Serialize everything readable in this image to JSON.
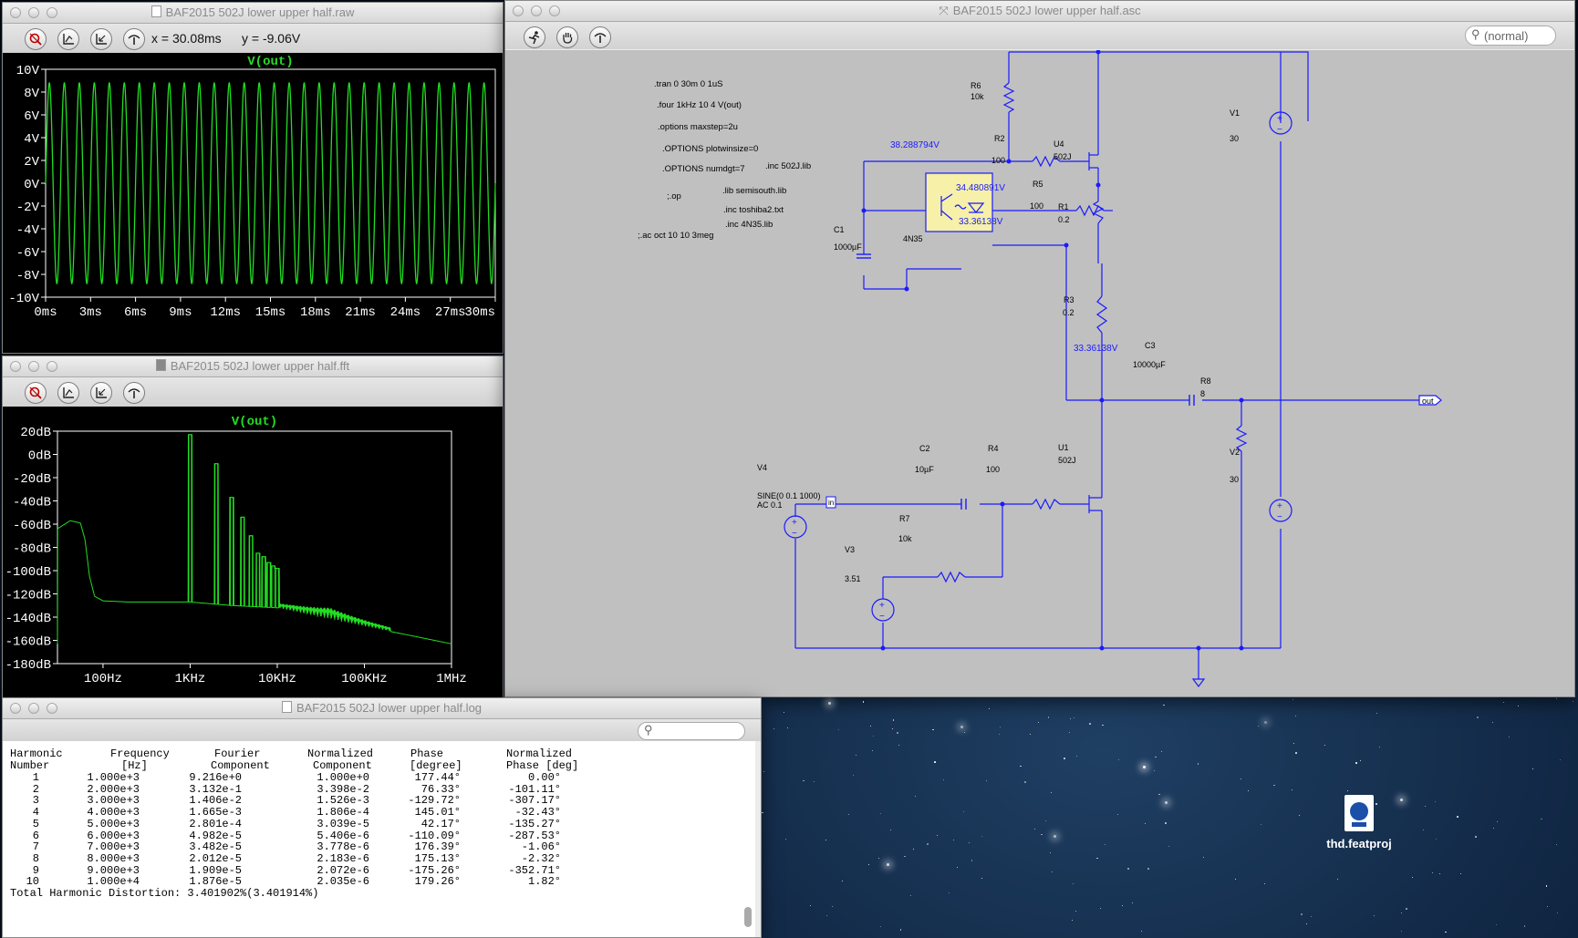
{
  "raw_window": {
    "title": "BAF2015 502J lower upper half.raw",
    "readout_x": "x = 30.08ms",
    "readout_y": "y = -9.06V"
  },
  "fft_window": {
    "title": "BAF2015 502J lower upper half.fft"
  },
  "asc_window": {
    "title": "BAF2015 502J lower upper half.asc",
    "search_placeholder": "(normal)"
  },
  "log_window": {
    "title": "BAF2015 502J lower upper half.log",
    "search_placeholder": ""
  },
  "desktop": {
    "file_label": "thd.featproj"
  },
  "colors": {
    "trace": "#22dd22",
    "wire": "#1a1aff",
    "component": "#1a1aff",
    "label": "#000000",
    "plot_bg": "#000000",
    "schematic_bg": "#c0c0c0",
    "optocoupler_fill": "#f6f0a8"
  },
  "chart_data": [
    {
      "type": "line",
      "title": "V(out)",
      "xlabel": "",
      "ylabel": "",
      "x_ticks": [
        "0ms",
        "3ms",
        "6ms",
        "9ms",
        "12ms",
        "15ms",
        "18ms",
        "21ms",
        "24ms",
        "27ms",
        "30ms"
      ],
      "y_ticks": [
        "10V",
        "8V",
        "6V",
        "4V",
        "2V",
        "0V",
        "-2V",
        "-4V",
        "-6V",
        "-8V",
        "-10V"
      ],
      "xlim_ms": [
        0,
        30
      ],
      "ylim_V": [
        -10,
        10
      ],
      "grid": false,
      "series": [
        {
          "name": "V(out)",
          "waveform": "sine",
          "frequency_hz": 1000,
          "amplitude_V": 8.8,
          "offset_V": 0
        }
      ]
    },
    {
      "type": "line",
      "title": "V(out)",
      "xlabel": "",
      "ylabel": "",
      "x_ticks": [
        "100Hz",
        "1KHz",
        "10KHz",
        "100KHz",
        "1MHz"
      ],
      "y_ticks": [
        "20dB",
        "0dB",
        "-20dB",
        "-40dB",
        "-60dB",
        "-80dB",
        "-100dB",
        "-120dB",
        "-140dB",
        "-160dB",
        "-180dB"
      ],
      "x_scale": "log",
      "xlim_hz": [
        30,
        1000000
      ],
      "ylim_db": [
        -180,
        20
      ],
      "grid": false,
      "series": [
        {
          "name": "V(out)",
          "noise_floor": [
            [
              30,
              -64
            ],
            [
              42,
              -57
            ],
            [
              55,
              -59
            ],
            [
              62,
              -73
            ],
            [
              70,
              -105
            ],
            [
              80,
              -122
            ],
            [
              100,
              -126
            ],
            [
              200,
              -127
            ],
            [
              400,
              -127
            ],
            [
              1000,
              -127
            ],
            [
              3000,
              -130
            ],
            [
              10000,
              -132
            ],
            [
              30000,
              -140
            ],
            [
              100000,
              -148
            ],
            [
              300000,
              -155
            ],
            [
              1000000,
              -163
            ]
          ],
          "harmonics": [
            [
              1000,
              17
            ],
            [
              2000,
              -8
            ],
            [
              3000,
              -37
            ],
            [
              4000,
              -54
            ],
            [
              5000,
              -70
            ],
            [
              6000,
              -85
            ],
            [
              7000,
              -88
            ],
            [
              8000,
              -93
            ],
            [
              9000,
              -96
            ],
            [
              10000,
              -98
            ]
          ]
        }
      ]
    },
    {
      "type": "table",
      "title": "",
      "headers": [
        [
          "Harmonic",
          "Number"
        ],
        [
          "Frequency",
          "[Hz]"
        ],
        [
          "Fourier",
          "Component"
        ],
        [
          "Normalized",
          "Component"
        ],
        [
          "Phase",
          "[degree]"
        ],
        [
          "Normalized",
          "Phase [deg]"
        ]
      ],
      "rows": [
        [
          "1",
          "1.000e+3",
          "9.216e+0",
          "1.000e+0",
          "177.44°",
          "0.00°"
        ],
        [
          "2",
          "2.000e+3",
          "3.132e-1",
          "3.398e-2",
          "76.33°",
          "-101.11°"
        ],
        [
          "3",
          "3.000e+3",
          "1.406e-2",
          "1.526e-3",
          "-129.72°",
          "-307.17°"
        ],
        [
          "4",
          "4.000e+3",
          "1.665e-3",
          "1.806e-4",
          "145.01°",
          "-32.43°"
        ],
        [
          "5",
          "5.000e+3",
          "2.801e-4",
          "3.039e-5",
          "42.17°",
          "-135.27°"
        ],
        [
          "6",
          "6.000e+3",
          "4.982e-5",
          "5.406e-6",
          "-110.09°",
          "-287.53°"
        ],
        [
          "7",
          "7.000e+3",
          "3.482e-5",
          "3.778e-6",
          "176.39°",
          "-1.06°"
        ],
        [
          "8",
          "8.000e+3",
          "2.012e-5",
          "2.183e-6",
          "175.13°",
          "-2.32°"
        ],
        [
          "9",
          "9.000e+3",
          "1.909e-5",
          "2.072e-6",
          "-175.26°",
          "-352.71°"
        ],
        [
          "10",
          "1.000e+4",
          "1.876e-5",
          "2.035e-6",
          "179.26°",
          "1.82°"
        ]
      ],
      "footer": "Total Harmonic Distortion: 3.401902%(3.401914%)"
    }
  ],
  "schematic": {
    "directives": [
      ".tran 0 30m 0 1uS",
      ".four 1kHz 10 4 V(out)",
      ".options maxstep=2u",
      ".OPTIONS plotwinsize=0",
      ".OPTIONS numdgt=7",
      ".inc 502J.lib",
      ";.op",
      ".lib semisouth.lib",
      ".inc toshiba2.txt",
      ".inc 4N35.lib",
      ";.ac oct 10 10 3meg"
    ],
    "node_voltages": [
      "38.288794V",
      "34.480891V",
      "33.36138V",
      "33.36138V"
    ],
    "components": [
      {
        "ref": "R6",
        "value": "10k"
      },
      {
        "ref": "R2",
        "value": "100"
      },
      {
        "ref": "U4",
        "value": "502J"
      },
      {
        "ref": "R5",
        "value": "100"
      },
      {
        "ref": "R1",
        "value": "0.2"
      },
      {
        "ref": "C1",
        "value": "1000µF"
      },
      {
        "ref": "4N35",
        "value": ""
      },
      {
        "ref": "R3",
        "value": "0.2"
      },
      {
        "ref": "C3",
        "value": "10000µF"
      },
      {
        "ref": "R8",
        "value": "8"
      },
      {
        "ref": "C2",
        "value": "10µF"
      },
      {
        "ref": "R4",
        "value": "100"
      },
      {
        "ref": "U1",
        "value": "502J"
      },
      {
        "ref": "V4",
        "value": "SINE(0 0.1 1000)"
      },
      {
        "ref": "R7",
        "value": "10k"
      },
      {
        "ref": "V3",
        "value": "3.51"
      },
      {
        "ref": "V1",
        "value": "30"
      },
      {
        "ref": "V2",
        "value": "30"
      }
    ],
    "v4_ac": "AC 0.1",
    "net_label_out": "out",
    "net_label_in": "in"
  }
}
